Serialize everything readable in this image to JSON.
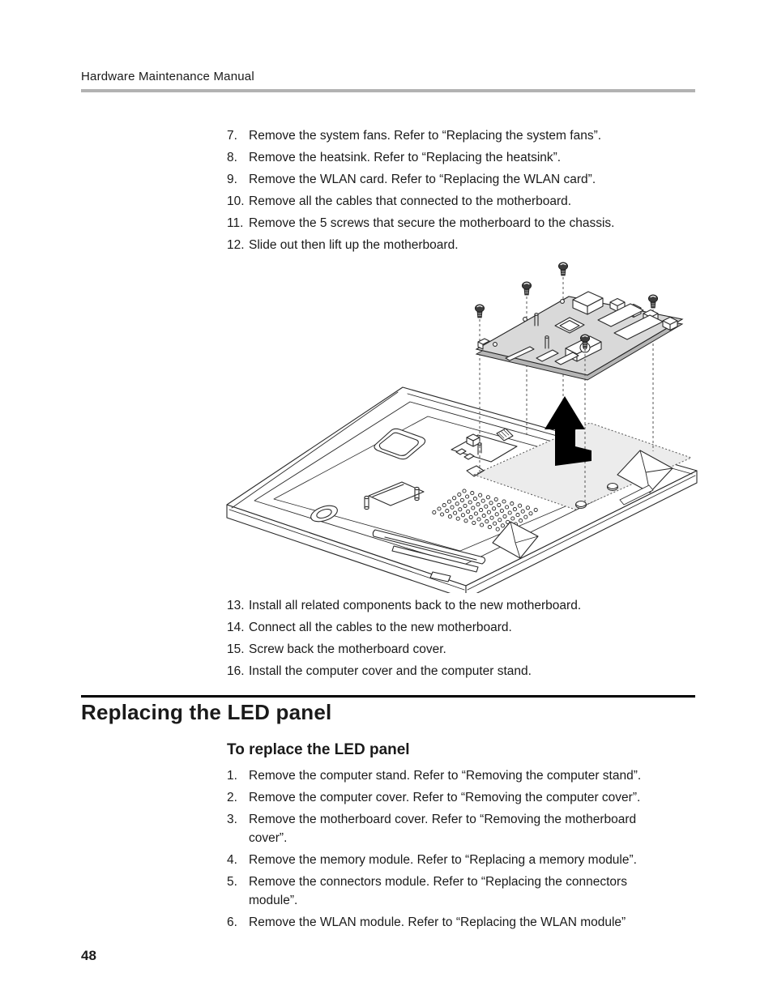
{
  "header": {
    "title": "Hardware Maintenance Manual"
  },
  "steps_top": [
    {
      "num": "7.",
      "text": "Remove the system fans. Refer to “Replacing the system fans”."
    },
    {
      "num": "8.",
      "text": "Remove the heatsink. Refer to “Replacing the heatsink”."
    },
    {
      "num": "9.",
      "text": "Remove the WLAN card. Refer to “Replacing the WLAN card”."
    },
    {
      "num": "10.",
      "text": "Remove all the cables that connected to the motherboard."
    },
    {
      "num": "11.",
      "text": "Remove the 5 screws that secure the motherboard to the chassis."
    },
    {
      "num": "12.",
      "text": "Slide out then lift up the motherboard."
    }
  ],
  "steps_mid": [
    {
      "num": "13.",
      "text": "Install all related components back to the new motherboard."
    },
    {
      "num": "14.",
      "text": "Connect all the cables to the new motherboard."
    },
    {
      "num": "15.",
      "text": "Screw back the motherboard cover."
    },
    {
      "num": "16.",
      "text": "Install the computer cover and the computer stand."
    }
  ],
  "section": {
    "title": "Replacing the LED panel",
    "subtitle": "To replace the LED panel"
  },
  "steps_bottom": [
    {
      "num": "1.",
      "text": "Remove the computer stand. Refer to “Removing the computer stand”."
    },
    {
      "num": "2.",
      "text": "Remove the computer cover. Refer to “Removing the computer cover”."
    },
    {
      "num": "3.",
      "text": "Remove the motherboard cover. Refer to “Removing the motherboard cover”."
    },
    {
      "num": "4.",
      "text": "Remove the memory module. Refer to “Replacing a memory module”."
    },
    {
      "num": "5.",
      "text": "Remove the connectors module. Refer to “Replacing the connectors module”."
    },
    {
      "num": "6.",
      "text": "Remove the WLAN module. Refer to “Replacing the WLAN module”"
    }
  ],
  "footer": {
    "page_number": "48"
  },
  "colors": {
    "text": "#1a1a1a",
    "header_rule": "#b2b2b2",
    "section_rule": "#000000",
    "figure_line": "#2a2a2a",
    "board_fill": "#d9d9d9",
    "bay_fill": "#ececec",
    "arrow": "#000000"
  }
}
